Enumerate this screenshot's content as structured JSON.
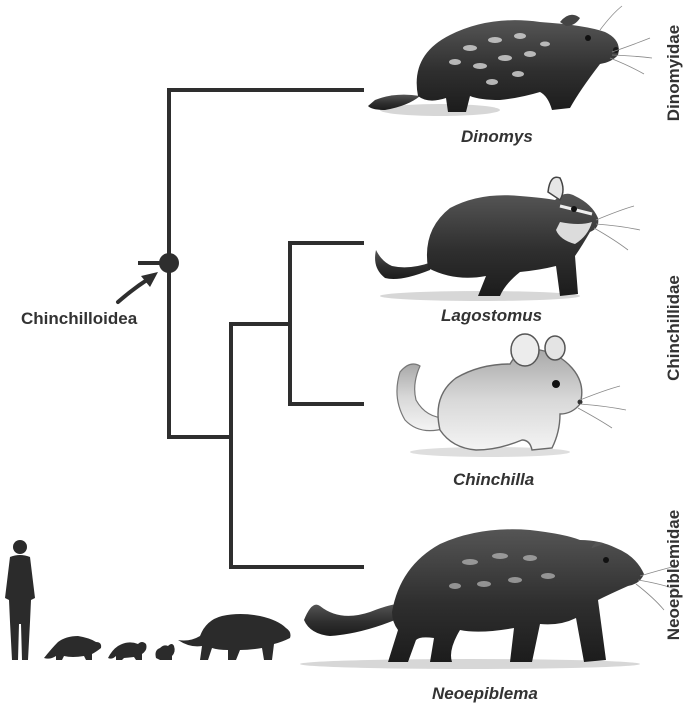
{
  "diagram": {
    "clade": {
      "label": "Chinchilloidea"
    },
    "taxa": [
      {
        "id": "dinomys",
        "name": "Dinomys"
      },
      {
        "id": "lagostomus",
        "name": "Lagostomus"
      },
      {
        "id": "chinchilla",
        "name": "Chinchilla"
      },
      {
        "id": "neoepiblema",
        "name": "Neoepiblema"
      }
    ],
    "families": [
      {
        "id": "dinomyidae",
        "name": "Dinomyidae"
      },
      {
        "id": "chinchillidae",
        "name": "Chinchillidae"
      },
      {
        "id": "neoepiblemidae",
        "name": "Neoepiblemidae"
      }
    ]
  },
  "colors": {
    "branch": "#2e2e2e",
    "text": "#333333",
    "silhouette": "#2b2b2b",
    "fur_dark": "#3a3a3a",
    "fur_light": "#d9d9d9"
  }
}
